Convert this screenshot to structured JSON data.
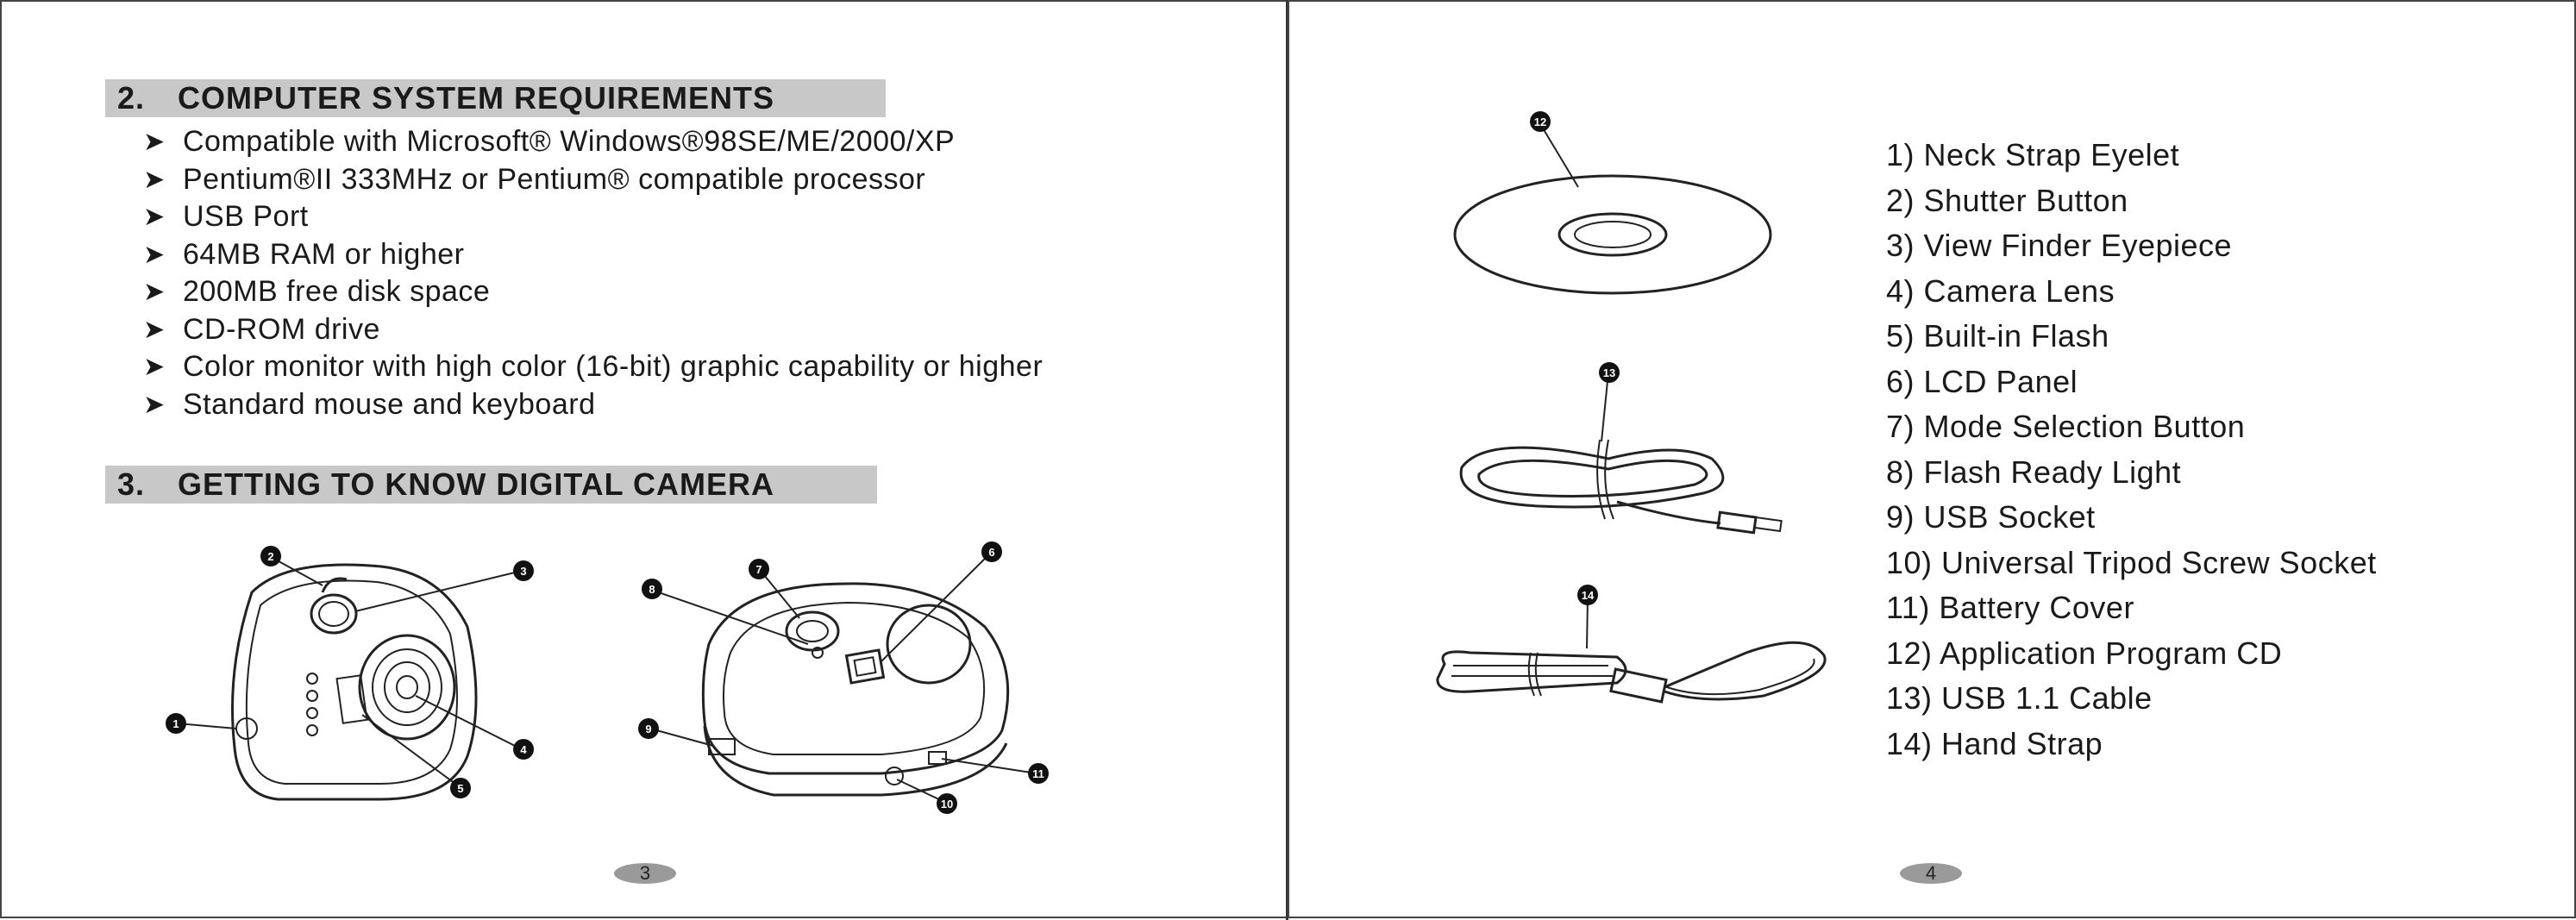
{
  "left_page": {
    "section2": {
      "number": "2.",
      "title": "COMPUTER SYSTEM REQUIREMENTS",
      "items": [
        "Compatible with Microsoft®  Windows®98SE/ME/2000/XP",
        "Pentium®II 333MHz or Pentium® compatible processor",
        "USB Port",
        "64MB RAM or higher",
        "200MB free disk space",
        "CD-ROM drive",
        "Color monitor with high color (16-bit) graphic capability or higher",
        "Standard mouse and keyboard"
      ]
    },
    "section3": {
      "number": "3.",
      "title": "GETTING TO KNOW DIGITAL CAMERA"
    },
    "page_number": "3"
  },
  "right_page": {
    "parts": [
      "1) Neck Strap Eyelet",
      "2) Shutter Button",
      "3) View Finder Eyepiece",
      "4) Camera Lens",
      "5) Built-in Flash",
      "6) LCD Panel",
      "7) Mode Selection Button",
      "8) Flash Ready Light",
      "9) USB Socket",
      "10) Universal Tripod Screw Socket",
      "11) Battery Cover",
      "12) Application Program CD",
      "13) USB 1.1 Cable",
      "14) Hand Strap"
    ],
    "page_number": "4"
  },
  "icons": {
    "bullet": "arrowhead-bullet",
    "callout_markers": [
      "1",
      "2",
      "3",
      "4",
      "5",
      "6",
      "7",
      "8",
      "9",
      "10",
      "11",
      "12",
      "13",
      "14"
    ]
  },
  "colors": {
    "header_band": "#c8c8c8",
    "page_number_oval": "#9a9a9a",
    "text": "#1a1a1a"
  }
}
